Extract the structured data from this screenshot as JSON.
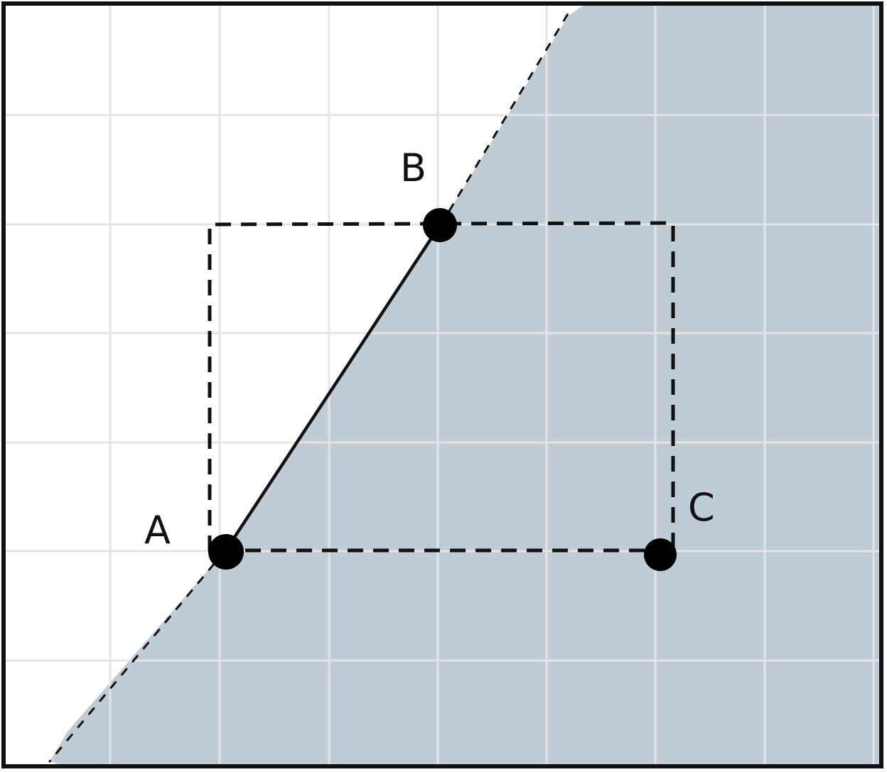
{
  "diagram": {
    "title": "",
    "points": [
      {
        "id": "A",
        "label": "A"
      },
      {
        "id": "B",
        "label": "B"
      },
      {
        "id": "C",
        "label": "C"
      }
    ],
    "colors": {
      "region": "#bfccd5",
      "grid": "#e4e4e4",
      "ink": "#111111"
    }
  }
}
